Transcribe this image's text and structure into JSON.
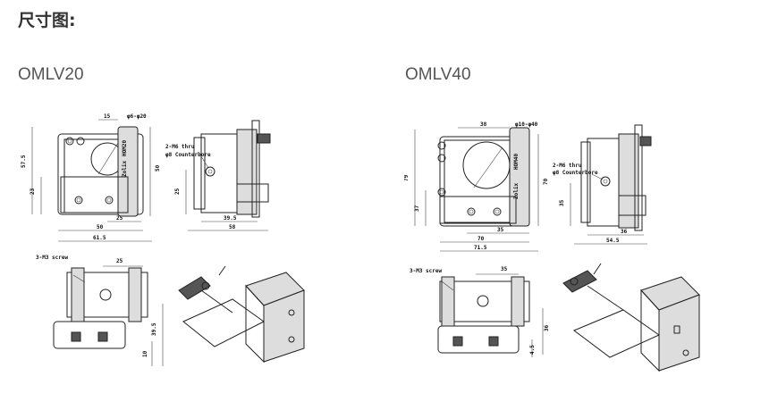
{
  "page": {
    "title": "尺寸图:"
  },
  "products": [
    {
      "model": "OMLV20",
      "front": {
        "d_top": "15",
        "d_dia": "φ6-φ20",
        "d_h1": "57.5",
        "d_h2": "23",
        "d_h3": "50",
        "d_w1": "25",
        "d_w2": "50",
        "d_w3": "61.5",
        "brand": "Zolix",
        "part": "HOM20"
      },
      "side": {
        "note1": "2-M6 thru",
        "note2": "φ8 Counterbore",
        "d_h": "25",
        "d_w1": "39.5",
        "d_w2": "58"
      },
      "bottom": {
        "note": "3-M3 screw",
        "d_w": "25",
        "d_h1": "39.5",
        "d_h2": "10"
      }
    },
    {
      "model": "OMLV40",
      "front": {
        "d_top": "38",
        "d_dia": "φ10-φ40",
        "d_h1": "79",
        "d_h2": "37",
        "d_h3": "70",
        "d_w1": "35",
        "d_w2": "70",
        "d_w3": "71.5",
        "brand": "Zolix",
        "part": "HOM40"
      },
      "side": {
        "note1": "2-M6 thru",
        "note2": "φ8 Counterbore",
        "d_h": "35",
        "d_w1": "36",
        "d_w2": "54.5"
      },
      "bottom": {
        "note": "3-M3 screw",
        "d_w": "35",
        "d_h1": "36",
        "d_h2": "4.5"
      }
    }
  ]
}
